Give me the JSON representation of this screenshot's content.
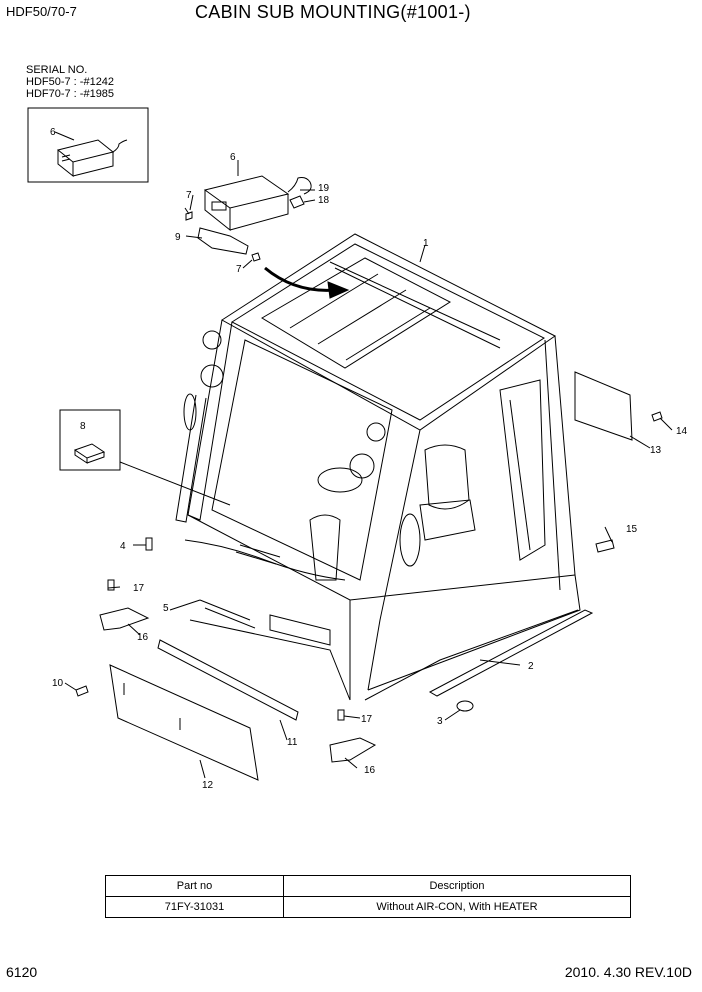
{
  "header": {
    "model": "HDF50/70-7",
    "title": "CABIN SUB MOUNTING(#1001-)"
  },
  "serial": {
    "heading": "SERIAL NO.",
    "lines": [
      "HDF50-7 : -#1242",
      "HDF70-7 : -#1985"
    ]
  },
  "callouts": {
    "c1": "1",
    "c2": "2",
    "c3": "3",
    "c4": "4",
    "c5": "5",
    "c6a": "6",
    "c6b": "6",
    "c7a": "7",
    "c7b": "7",
    "c8": "8",
    "c9": "9",
    "c10": "10",
    "c11": "11",
    "c12": "12",
    "c13": "13",
    "c14": "14",
    "c15": "15",
    "c16a": "16",
    "c16b": "16",
    "c17a": "17",
    "c17b": "17",
    "c18": "18",
    "c19": "19"
  },
  "table": {
    "headers": [
      "Part no",
      "Description"
    ],
    "rows": [
      [
        "71FY-31031",
        "Without AIR-CON, With HEATER"
      ]
    ]
  },
  "footer": {
    "page": "6120",
    "date_rev": "2010. 4.30  REV.10D"
  }
}
